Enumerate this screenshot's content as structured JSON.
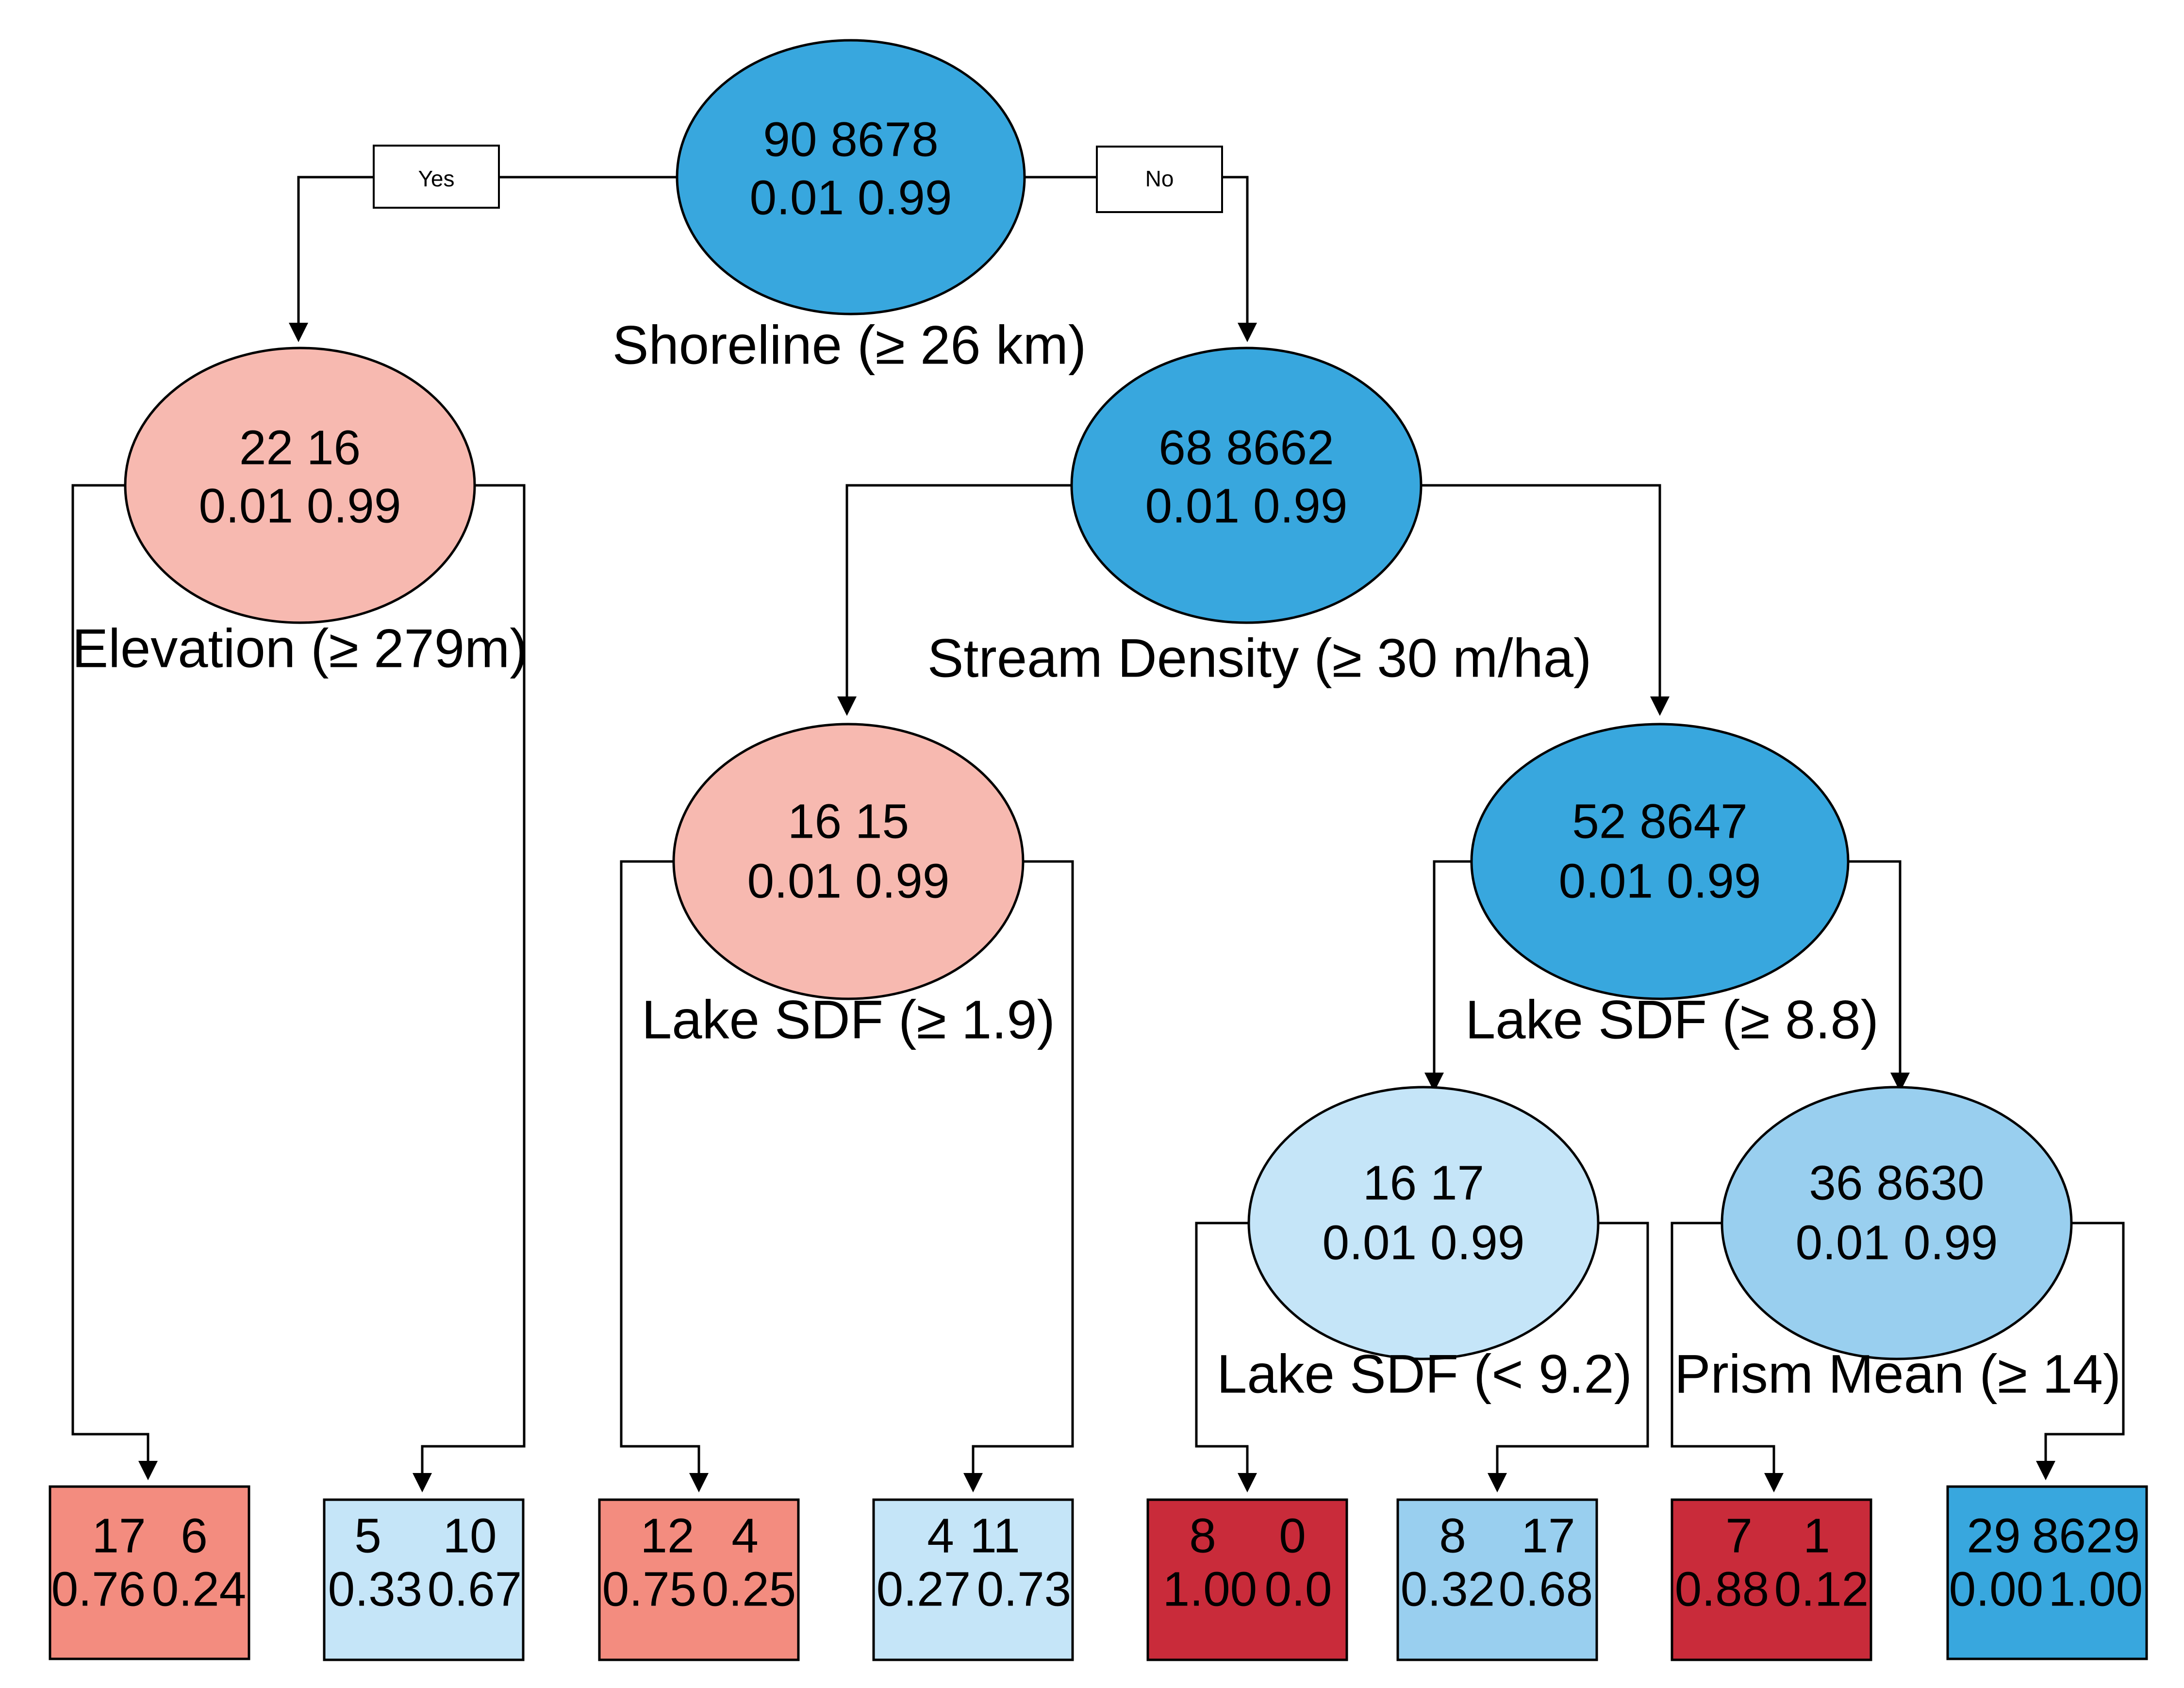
{
  "branch_labels": {
    "yes": "Yes",
    "no": "No"
  },
  "colors": {
    "blue_dark": "#38a7de",
    "blue_mid": "#99cfef",
    "blue_light": "#c5e5f8",
    "pink_light": "#f7b9b0",
    "salmon": "#f38c7f",
    "red_dark": "#c92b3a",
    "outline": "#000000"
  },
  "nodes": {
    "root": {
      "counts": "90  8678",
      "probs": "0.01  0.99",
      "split": "Shoreline (≥ 26 km)",
      "fill": "blue_dark"
    },
    "elev": {
      "counts": "22  16",
      "probs": "0.01  0.99",
      "split": "Elevation (≥ 279m)",
      "fill": "pink_light"
    },
    "stream": {
      "counts": "68  8662",
      "probs": "0.01  0.99",
      "split": "Stream Density (≥ 30 m/ha)",
      "fill": "blue_dark"
    },
    "lake19": {
      "counts": "16  15",
      "probs": "0.01  0.99",
      "split": "Lake SDF (≥ 1.9)",
      "fill": "pink_light"
    },
    "lake88": {
      "counts": "52   8647",
      "probs": "0.01  0.99",
      "split": "Lake SDF (≥ 8.8)",
      "fill": "blue_dark"
    },
    "lake92": {
      "counts": "16  17",
      "probs": "0.01  0.99",
      "split": "Lake SDF (< 9.2)",
      "fill": "blue_light"
    },
    "prism": {
      "counts": "36  8630",
      "probs": "0.01  0.99",
      "split": "Prism Mean (≥ 14)",
      "fill": "blue_mid"
    }
  },
  "leaves": [
    {
      "id": "leaf1",
      "counts_a": "17",
      "counts_b": "6",
      "probs_a": "0.76",
      "probs_b": "0.24",
      "fill": "salmon"
    },
    {
      "id": "leaf2",
      "counts_a": "5",
      "counts_b": "10",
      "probs_a": "0.33",
      "probs_b": "0.67",
      "fill": "blue_light"
    },
    {
      "id": "leaf3",
      "counts_a": "12",
      "counts_b": "4",
      "probs_a": "0.75",
      "probs_b": "0.25",
      "fill": "salmon"
    },
    {
      "id": "leaf4",
      "counts_a": "4",
      "counts_b": "11",
      "probs_a": "0.27",
      "probs_b": "0.73",
      "fill": "blue_light"
    },
    {
      "id": "leaf5",
      "counts_a": "8",
      "counts_b": "0",
      "probs_a": "1.00",
      "probs_b": "0.0",
      "fill": "red_dark"
    },
    {
      "id": "leaf6",
      "counts_a": "8",
      "counts_b": "17",
      "probs_a": "0.32",
      "probs_b": "0.68",
      "fill": "blue_mid"
    },
    {
      "id": "leaf7",
      "counts_a": "7",
      "counts_b": "1",
      "probs_a": "0.88",
      "probs_b": "0.12",
      "fill": "red_dark"
    },
    {
      "id": "leaf8",
      "counts_a": "29",
      "counts_b": "8629",
      "probs_a": "0.00",
      "probs_b": "1.00",
      "fill": "blue_dark"
    }
  ]
}
